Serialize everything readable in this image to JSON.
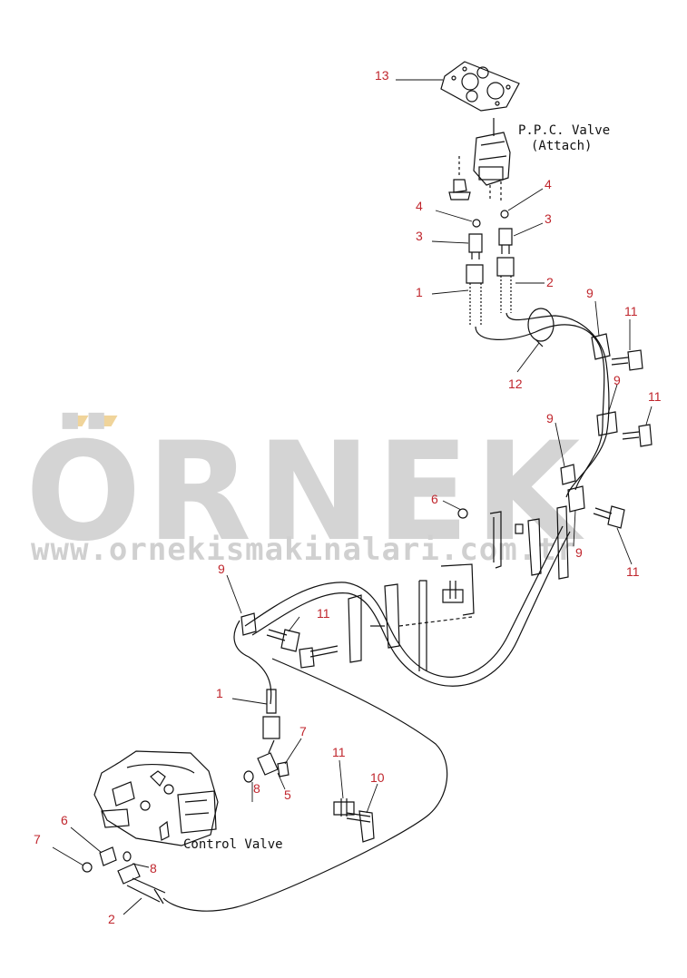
{
  "watermark": {
    "brand": "ÖRNEK",
    "url": "www.ornekismakinalari.com.tr",
    "colors": {
      "text": "#d4d4d4",
      "accent": "#f0d49a"
    }
  },
  "part_labels": {
    "ppc_valve_line1": "P.P.C. Valve",
    "ppc_valve_line2": "(Attach)",
    "control_valve": "Control Valve"
  },
  "callouts": [
    {
      "id": "c13",
      "text": "13"
    },
    {
      "id": "c4a",
      "text": "4"
    },
    {
      "id": "c4b",
      "text": "4"
    },
    {
      "id": "c3a",
      "text": "3"
    },
    {
      "id": "c3b",
      "text": "3"
    },
    {
      "id": "c1a",
      "text": "1"
    },
    {
      "id": "c2a",
      "text": "2"
    },
    {
      "id": "c9a",
      "text": "9"
    },
    {
      "id": "c11a",
      "text": "11"
    },
    {
      "id": "c12",
      "text": "12"
    },
    {
      "id": "c9b",
      "text": "9"
    },
    {
      "id": "c11b",
      "text": "11"
    },
    {
      "id": "c9c",
      "text": "9"
    },
    {
      "id": "c6a",
      "text": "6"
    },
    {
      "id": "c9d",
      "text": "9"
    },
    {
      "id": "c11c",
      "text": "11"
    },
    {
      "id": "c9e",
      "text": "9"
    },
    {
      "id": "c11d",
      "text": "11"
    },
    {
      "id": "c1b",
      "text": "1"
    },
    {
      "id": "c7a",
      "text": "7"
    },
    {
      "id": "c11e",
      "text": "11"
    },
    {
      "id": "c10",
      "text": "10"
    },
    {
      "id": "c8a",
      "text": "8"
    },
    {
      "id": "c5",
      "text": "5"
    },
    {
      "id": "c6b",
      "text": "6"
    },
    {
      "id": "c7b",
      "text": "7"
    },
    {
      "id": "c8b",
      "text": "8"
    },
    {
      "id": "c2b",
      "text": "2"
    }
  ],
  "colors": {
    "callout": "#c0262d",
    "linework": "#111111"
  }
}
